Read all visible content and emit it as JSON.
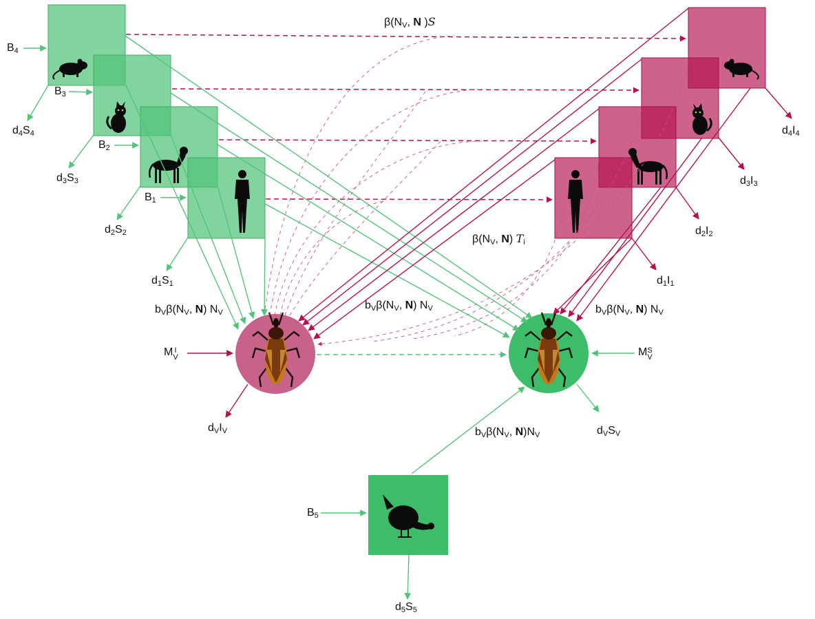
{
  "colors": {
    "susceptible_green": "#52c47a",
    "susceptible_box": "#7fd49a",
    "infected_crimson": "#b3124f",
    "infected_box": "#c75e88",
    "vector_infected_circle": "#c7628b",
    "vector_susceptible_circle": "#3dbd6a",
    "chicken_box": "#3dbd6a"
  },
  "icons": {
    "host_4": "rat-icon",
    "host_3": "cat-icon",
    "host_2": "dog-icon",
    "host_1": "human-icon",
    "host_5": "chicken-icon",
    "vector": "kissing-bug-icon"
  },
  "labels": {
    "B4": {
      "base": "B",
      "sub": "4"
    },
    "B3": {
      "base": "B",
      "sub": "3"
    },
    "B2": {
      "base": "B",
      "sub": "2"
    },
    "B1": {
      "base": "B",
      "sub": "1"
    },
    "B5": {
      "base": "B",
      "sub": "5"
    },
    "d4S4": {
      "d": "d",
      "dsub": "4",
      "v": "S",
      "vsub": "4"
    },
    "d3S3": {
      "d": "d",
      "dsub": "3",
      "v": "S",
      "vsub": "3"
    },
    "d2S2": {
      "d": "d",
      "dsub": "2",
      "v": "S",
      "vsub": "2"
    },
    "d1S1": {
      "d": "d",
      "dsub": "1",
      "v": "S",
      "vsub": "1"
    },
    "d5S5": {
      "d": "d",
      "dsub": "5",
      "v": "S",
      "vsub": "5"
    },
    "d4I4": {
      "d": "d",
      "dsub": "4",
      "v": "I",
      "vsub": "4"
    },
    "d3I3": {
      "d": "d",
      "dsub": "3",
      "v": "I",
      "vsub": "3"
    },
    "d2I2": {
      "d": "d",
      "dsub": "2",
      "v": "I",
      "vsub": "2"
    },
    "d1I1": {
      "d": "d",
      "dsub": "1",
      "v": "I",
      "vsub": "1"
    },
    "dVIV": {
      "d": "d",
      "dsub": "V",
      "v": "I",
      "vsub": "V"
    },
    "dVSV": {
      "d": "d",
      "dsub": "V",
      "v": "S",
      "vsub": "V"
    },
    "MVI": {
      "base": "M",
      "sub": "V",
      "sup": "I"
    },
    "MVS": {
      "base": "M",
      "sub": "V",
      "sup": "S"
    },
    "beta_S": {
      "pre": "β(N",
      "sub": "V",
      "mid": ", ",
      "bold": "N",
      "post": " )",
      "script": "S"
    },
    "beta_T": {
      "pre": "β(N",
      "sub": "V",
      "mid": ", ",
      "bold": "N",
      "post": ") ",
      "script": "T",
      "script_sub": "i"
    },
    "bv_left": {
      "pre": "b",
      "sub1": "V",
      "mid1": "β(N",
      "sub2": "V",
      "mid2": ", ",
      "bold": "N",
      "post": ") N",
      "sub3": "V"
    },
    "bv_center": {
      "pre": "b",
      "sub1": "V",
      "mid1": "β(N",
      "sub2": "V",
      "mid2": ", ",
      "bold": "N",
      "post": ") N",
      "sub3": "V"
    },
    "bv_right": {
      "pre": "b",
      "sub1": "V",
      "mid1": "β(N",
      "sub2": "V",
      "mid2": ", ",
      "bold": "N",
      "post": ") N",
      "sub3": "V"
    },
    "bv_bottom": {
      "pre": "b",
      "sub1": "V",
      "mid1": "β(N",
      "sub2": "V",
      "mid2": ", ",
      "bold": "N",
      "post": ")N",
      "sub3": "V"
    }
  }
}
